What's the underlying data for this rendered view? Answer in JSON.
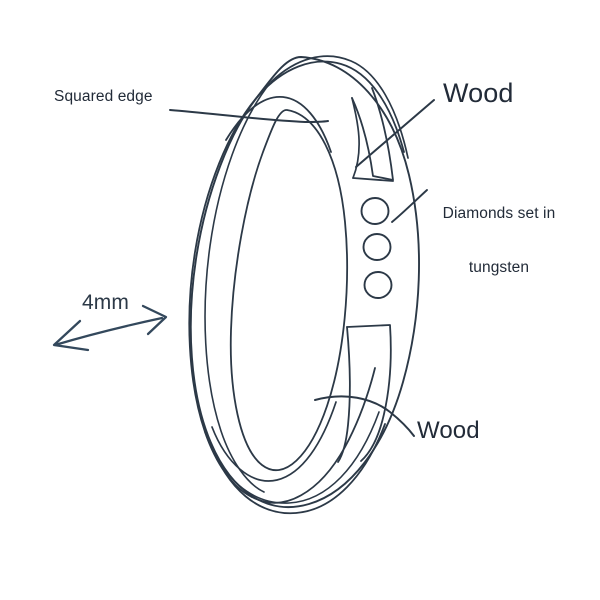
{
  "document": {
    "title": "Wooden ring design sketch",
    "type": "hand-drawn product diagram",
    "background_color": "#ffffff",
    "ink_color": "#2c3947"
  },
  "labels": {
    "squared_edge": "Squared edge",
    "wood_top": "Wood",
    "diamonds_line1": "Diamonds set in",
    "diamonds_line2": "tungsten",
    "width_measure": "4mm",
    "wood_bottom": "Wood"
  },
  "annotations": [
    {
      "name": "squared-edge-callout",
      "text": "Squared edge",
      "leader": "horizontal line from label to upper-left inner rim of ring"
    },
    {
      "name": "wood-top-callout",
      "text": "Wood",
      "leader": "diagonal line from label down-left to upper wood inlay panel"
    },
    {
      "name": "diamonds-callout",
      "text": "Diamonds set in tungsten",
      "leader": "short diagonal line from label down-left to the three round stone settings"
    },
    {
      "name": "width-dimension",
      "text": "4mm",
      "leader": "double-headed arrow indicating band width"
    },
    {
      "name": "wood-bottom-callout",
      "text": "Wood",
      "leader": "curved line from label up-left to lower wood inlay panel"
    }
  ],
  "ring": {
    "name": "wooden-ring",
    "orientation": "three-quarter upright view",
    "features": {
      "diamond_count": 3,
      "wood_inlay_panels": 2,
      "band_width_label": "4mm",
      "edge_style": "Squared edge"
    }
  }
}
